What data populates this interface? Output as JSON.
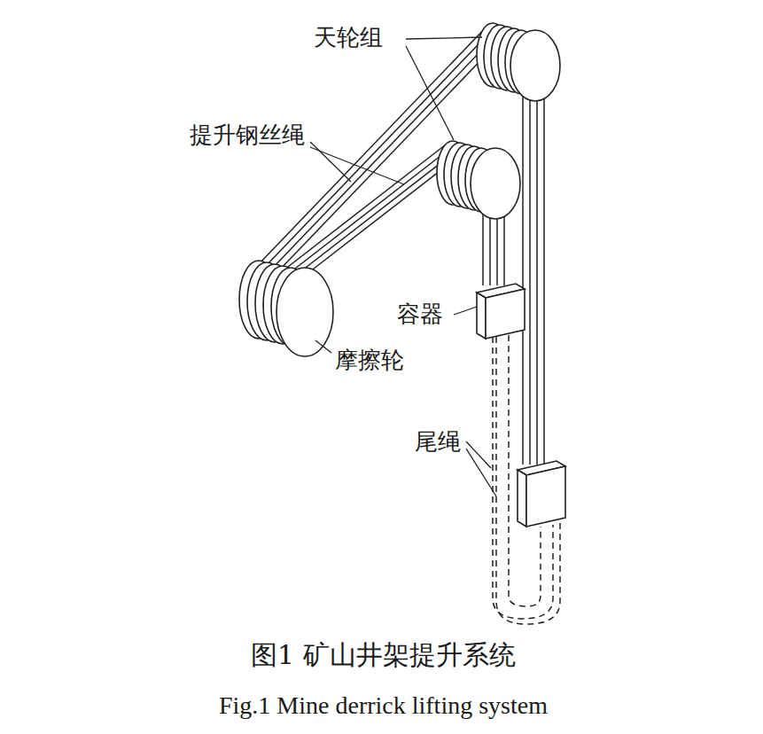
{
  "diagram": {
    "caption": "图1 矿山井架提升系统",
    "labels": [
      "天轮组",
      "提升钢丝绳",
      "容器",
      "摩擦轮",
      "尾绳",
      "Fig.1 Mine derrick lifting system"
    ]
  }
}
